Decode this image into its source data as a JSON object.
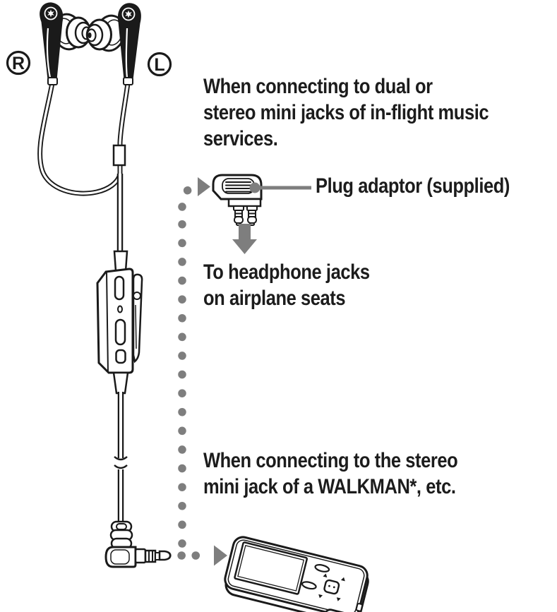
{
  "colors": {
    "background": "#ffffff",
    "line_art": "#1a1a1a",
    "accent_gray": "#7e7e7e",
    "text": "#1c1c1c"
  },
  "markers": {
    "right": "R",
    "left": "L"
  },
  "inflight_section": {
    "heading": "When connecting to dual or\nstereo mini jacks of in-flight music\nservices.",
    "adaptor_label": "Plug adaptor (supplied)",
    "destination_note": "To headphone jacks\non airplane seats"
  },
  "walkman_section": {
    "heading": "When connecting to the stereo\nmini jack of a WALKMAN*, etc."
  },
  "icons": {
    "earbuds": "noise-canceling-earbuds-with-cords",
    "right_channel_marker": "circled-R",
    "left_channel_marker": "circled-L",
    "control_box": "inline-control-box-with-clip",
    "plug_adaptor": "dual-prong-airline-plug-adaptor",
    "down_arrow": "gray-down-arrow",
    "dotted_path": "gray-dotted-connection-path-with-arrowheads",
    "mini_plug": "l-shaped-stereo-mini-plug",
    "walkman": "portable-walkman-player"
  }
}
